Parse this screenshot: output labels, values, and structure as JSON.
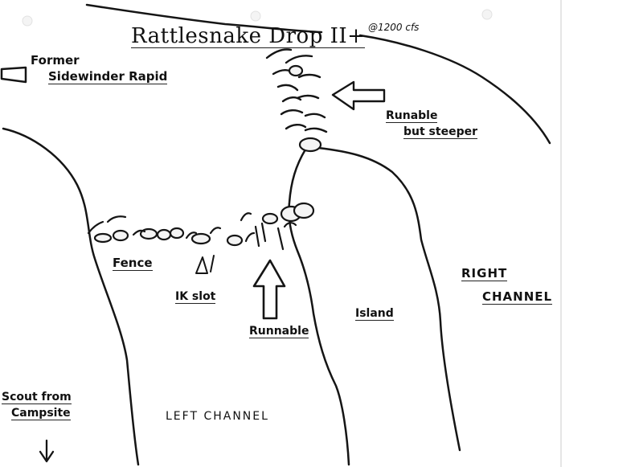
{
  "map": {
    "title": "Rattlesnake Drop II+",
    "flow_note": "@1200 cfs",
    "labels": {
      "former_rapid_line1": "Former",
      "former_rapid_line2": "Sidewinder Rapid",
      "runnable_steeper_line1": "Runable",
      "runnable_steeper_line2": "but steeper",
      "fence": "Fence",
      "ik_slot": "IK slot",
      "runnable": "Runnable",
      "island": "Island",
      "right_channel_line1": "RIGHT",
      "right_channel_line2": "CHANNEL",
      "left_channel": "LEFT CHANNEL",
      "scout_line1": "Scout from",
      "scout_line2": "Campsite"
    },
    "colors": {
      "paper": "#ffffff",
      "ink": "#151515",
      "page_edge": "#e6e6e6"
    }
  }
}
